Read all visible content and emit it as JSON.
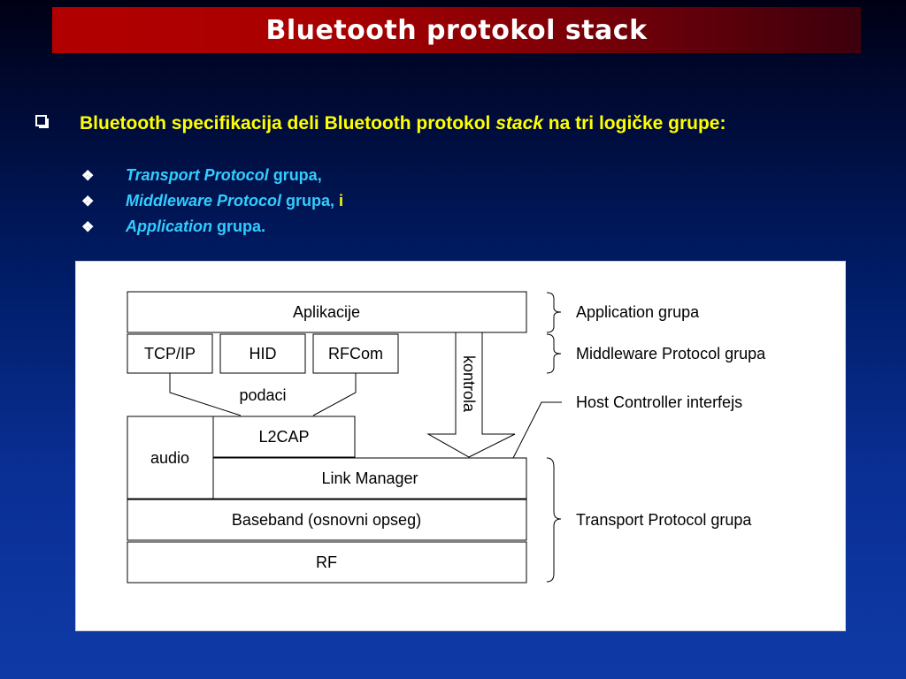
{
  "title": "Bluetooth protokol stack",
  "intro": {
    "part1": "Bluetooth specifikacija deli Bluetooth protokol",
    "stack_word": "stack",
    "part2": "na tri logičke grupe:"
  },
  "groups": [
    {
      "italic": "Transport Protocol",
      "plain": "grupa,",
      "tail": ""
    },
    {
      "italic": "Middleware Protocol",
      "plain": "grupa,",
      "tail": "i"
    },
    {
      "italic": "Application",
      "plain": "grupa.",
      "tail": ""
    }
  ],
  "diagram": {
    "aplikacije": "Aplikacije",
    "tcpip": "TCP/IP",
    "hid": "HID",
    "rfcom": "RFCom",
    "podaci": "podaci",
    "kontrola": "kontrola",
    "audio": "audio",
    "l2cap": "L2CAP",
    "link_manager": "Link Manager",
    "baseband": "Baseband (osnovni opseg)",
    "rf": "RF",
    "label_application": "Application grupa",
    "label_middleware": "Middleware Protocol grupa",
    "label_hci": "Host Controller interfejs",
    "label_transport": "Transport Protocol grupa"
  }
}
